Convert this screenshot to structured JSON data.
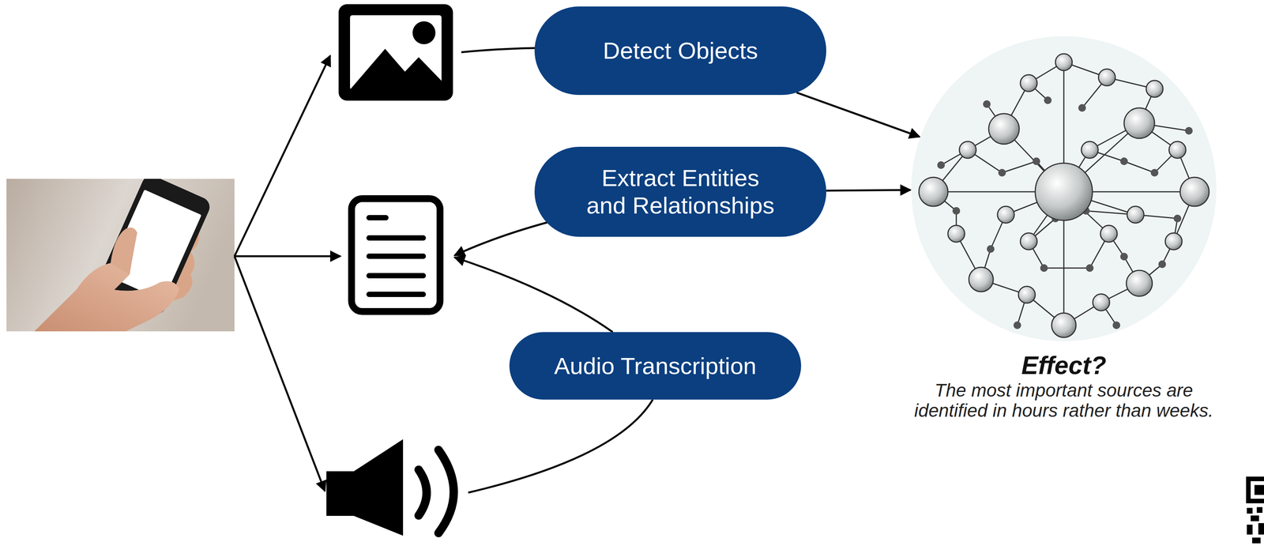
{
  "diagram": {
    "nodes": [
      {
        "text": [
          "Detect Objects"
        ]
      },
      {
        "text": [
          "Extract Entities and Relationships"
        ]
      },
      {
        "text": [
          "Audio Transcription"
        ]
      },
      {
        "text": [
          "Effect?",
          "The most important sources are identified in hours rather than weeks."
        ]
      }
    ],
    "edges": [
      {
        "from": 0,
        "to": 3,
        "arrow": "to"
      },
      {
        "from": 1,
        "to": 3,
        "arrow": "to"
      }
    ]
  }
}
